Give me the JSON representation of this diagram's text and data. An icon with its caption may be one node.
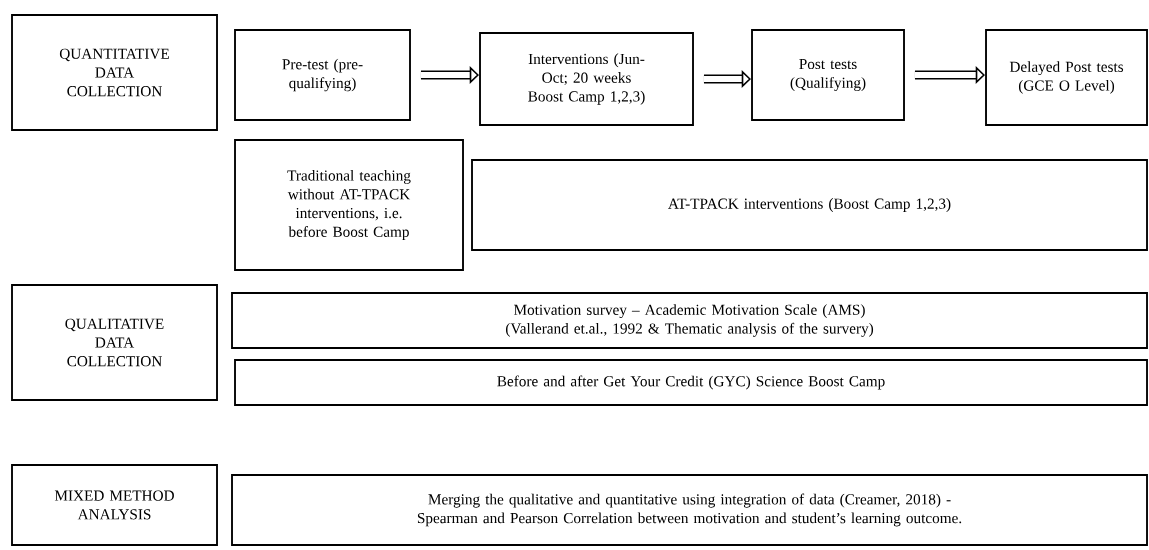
{
  "diagram": {
    "nodes": [
      {
        "text": [
          "QUANTITATIVE DATA COLLECTION"
        ]
      },
      {
        "text": [
          "Pre-test (pre-qualifying)"
        ]
      },
      {
        "text": [
          "Interventions (Jun-Oct; 20 weeks Boost Camp 1,2,3)"
        ]
      },
      {
        "text": [
          "Post tests (Qualifying)"
        ]
      },
      {
        "text": [
          "Delayed Post tests (GCE O Level)"
        ]
      },
      {
        "text": [
          "Traditional teaching without AT-TPACK interventions, i.e. before Boost Camp"
        ]
      },
      {
        "text": [
          "AT-TPACK interventions (Boost Camp 1,2,3)"
        ]
      },
      {
        "text": [
          "QUALITATIVE DATA COLLECTION"
        ]
      },
      {
        "text": [
          "Motivation survey – Academic Motivation Scale (AMS) (Vallerand et.al., 1992 & Thematic analysis of the survery)"
        ]
      },
      {
        "text": [
          "Before and after Get Your Credit (GYC) Science Boost Camp"
        ]
      },
      {
        "text": [
          "MIXED METHOD ANALYSIS"
        ]
      },
      {
        "text": [
          "Merging the qualitative and quantitative using integration of data (Creamer, 2018) -  Spearman and Pearson Correlation between motivation and student’s learning outcome."
        ]
      }
    ],
    "edges": [
      {
        "from": 1,
        "to": 2,
        "arrow": "to"
      },
      {
        "from": 2,
        "to": 3,
        "arrow": "to"
      },
      {
        "from": 3,
        "to": 4,
        "arrow": "to"
      }
    ]
  }
}
